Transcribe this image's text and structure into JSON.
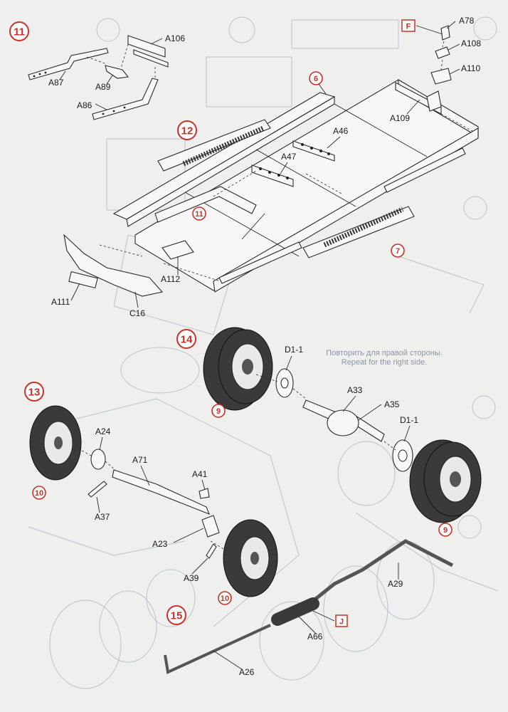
{
  "colors": {
    "accent": "#c8322a",
    "paper": "#efefed",
    "ink": "#2a2a2a",
    "ghost": "#b9c2cf"
  },
  "steps": {
    "s11": "11",
    "s12": "12",
    "s13": "13",
    "s14": "14",
    "s15": "15"
  },
  "subassemblies": {
    "r6": "6",
    "r7": "7",
    "r9a": "9",
    "r9b": "9",
    "r10a": "10",
    "r10b": "10",
    "r11": "11",
    "boxF": "F",
    "boxJ": "J"
  },
  "parts": {
    "A106": "A106",
    "A87": "A87",
    "A89": "A89",
    "A86": "A86",
    "A78": "A78",
    "A108": "A108",
    "A110": "A110",
    "A109": "A109",
    "A46": "A46",
    "A47": "A47",
    "A112": "A112",
    "A111": "A111",
    "C16": "C16",
    "D1_1a": "D1-1",
    "A33": "A33",
    "A35": "A35",
    "D1_1b": "D1-1",
    "A24": "A24",
    "A71": "A71",
    "A41": "A41",
    "A37": "A37",
    "A23": "A23",
    "A39": "A39",
    "A29": "A29",
    "A66": "A66",
    "A26": "A26"
  },
  "notes": {
    "ru": "Повторить для правой стороны.",
    "en": "Repeat for the right side."
  }
}
